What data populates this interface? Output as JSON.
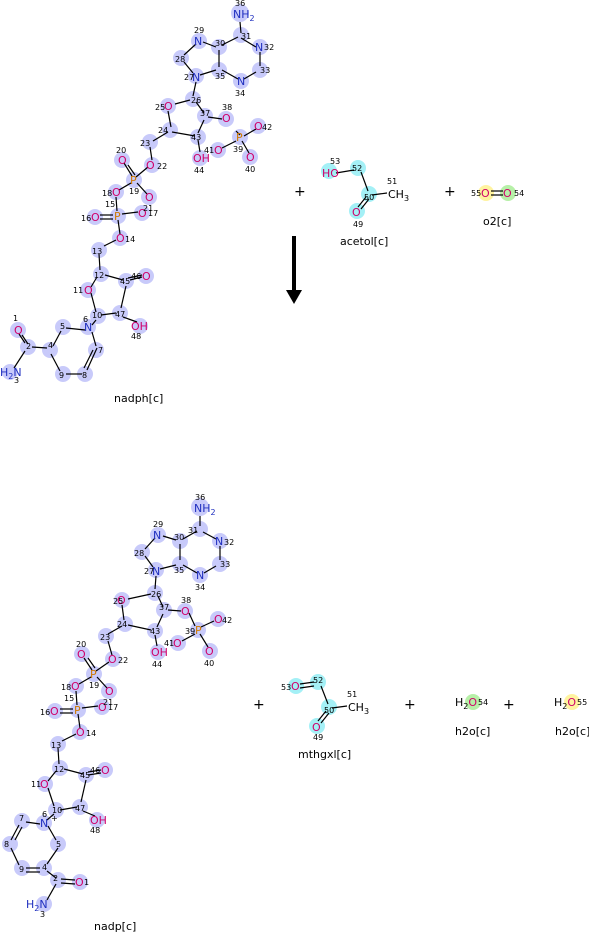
{
  "reaction": {
    "reactants": [
      {
        "name": "nadph[c]"
      },
      {
        "name": "acetol[c]"
      },
      {
        "name": "o2[c]"
      }
    ],
    "products": [
      {
        "name": "nadp[c]"
      },
      {
        "name": "mthgxl[c]"
      },
      {
        "name": "h2o[c]"
      },
      {
        "name": "h2o[c]"
      }
    ],
    "operators": {
      "plus": "+"
    }
  },
  "atoms": {
    "n36": "36",
    "n31": "31",
    "n32": "32",
    "n33": "33",
    "n34": "34",
    "n35": "35",
    "n30": "30",
    "n29": "29",
    "n28": "28",
    "n27": "27",
    "n26": "26",
    "n25": "25",
    "n37": "37",
    "n38": "38",
    "n39": "39",
    "n40": "40",
    "n41": "41",
    "n42": "42",
    "n43": "43",
    "n44": "44",
    "n24": "24",
    "n23": "23",
    "n22": "22",
    "n21": "21",
    "n20": "20",
    "n19": "19",
    "n18": "18",
    "n17": "17",
    "n16": "16",
    "n15": "15",
    "n14": "14",
    "n13": "13",
    "n12": "12",
    "n11": "11",
    "n10": "10",
    "n45": "45",
    "n46": "46",
    "n47": "47",
    "n48": "48",
    "n6": "6",
    "n5": "5",
    "n7": "7",
    "n8": "8",
    "n9": "9",
    "n4": "4",
    "n2": "2",
    "n1": "1",
    "n3": "3",
    "n53": "53",
    "n52": "52",
    "n51": "51",
    "n50": "50",
    "n49": "49",
    "n55": "55",
    "n54": "54"
  },
  "labels": {
    "NH2": "NH",
    "N": "N",
    "O": "O",
    "P": "P",
    "OH": "OH",
    "CH3": "CH",
    "H2N": "H",
    "H2O_H": "H",
    "HO": "HO"
  }
}
